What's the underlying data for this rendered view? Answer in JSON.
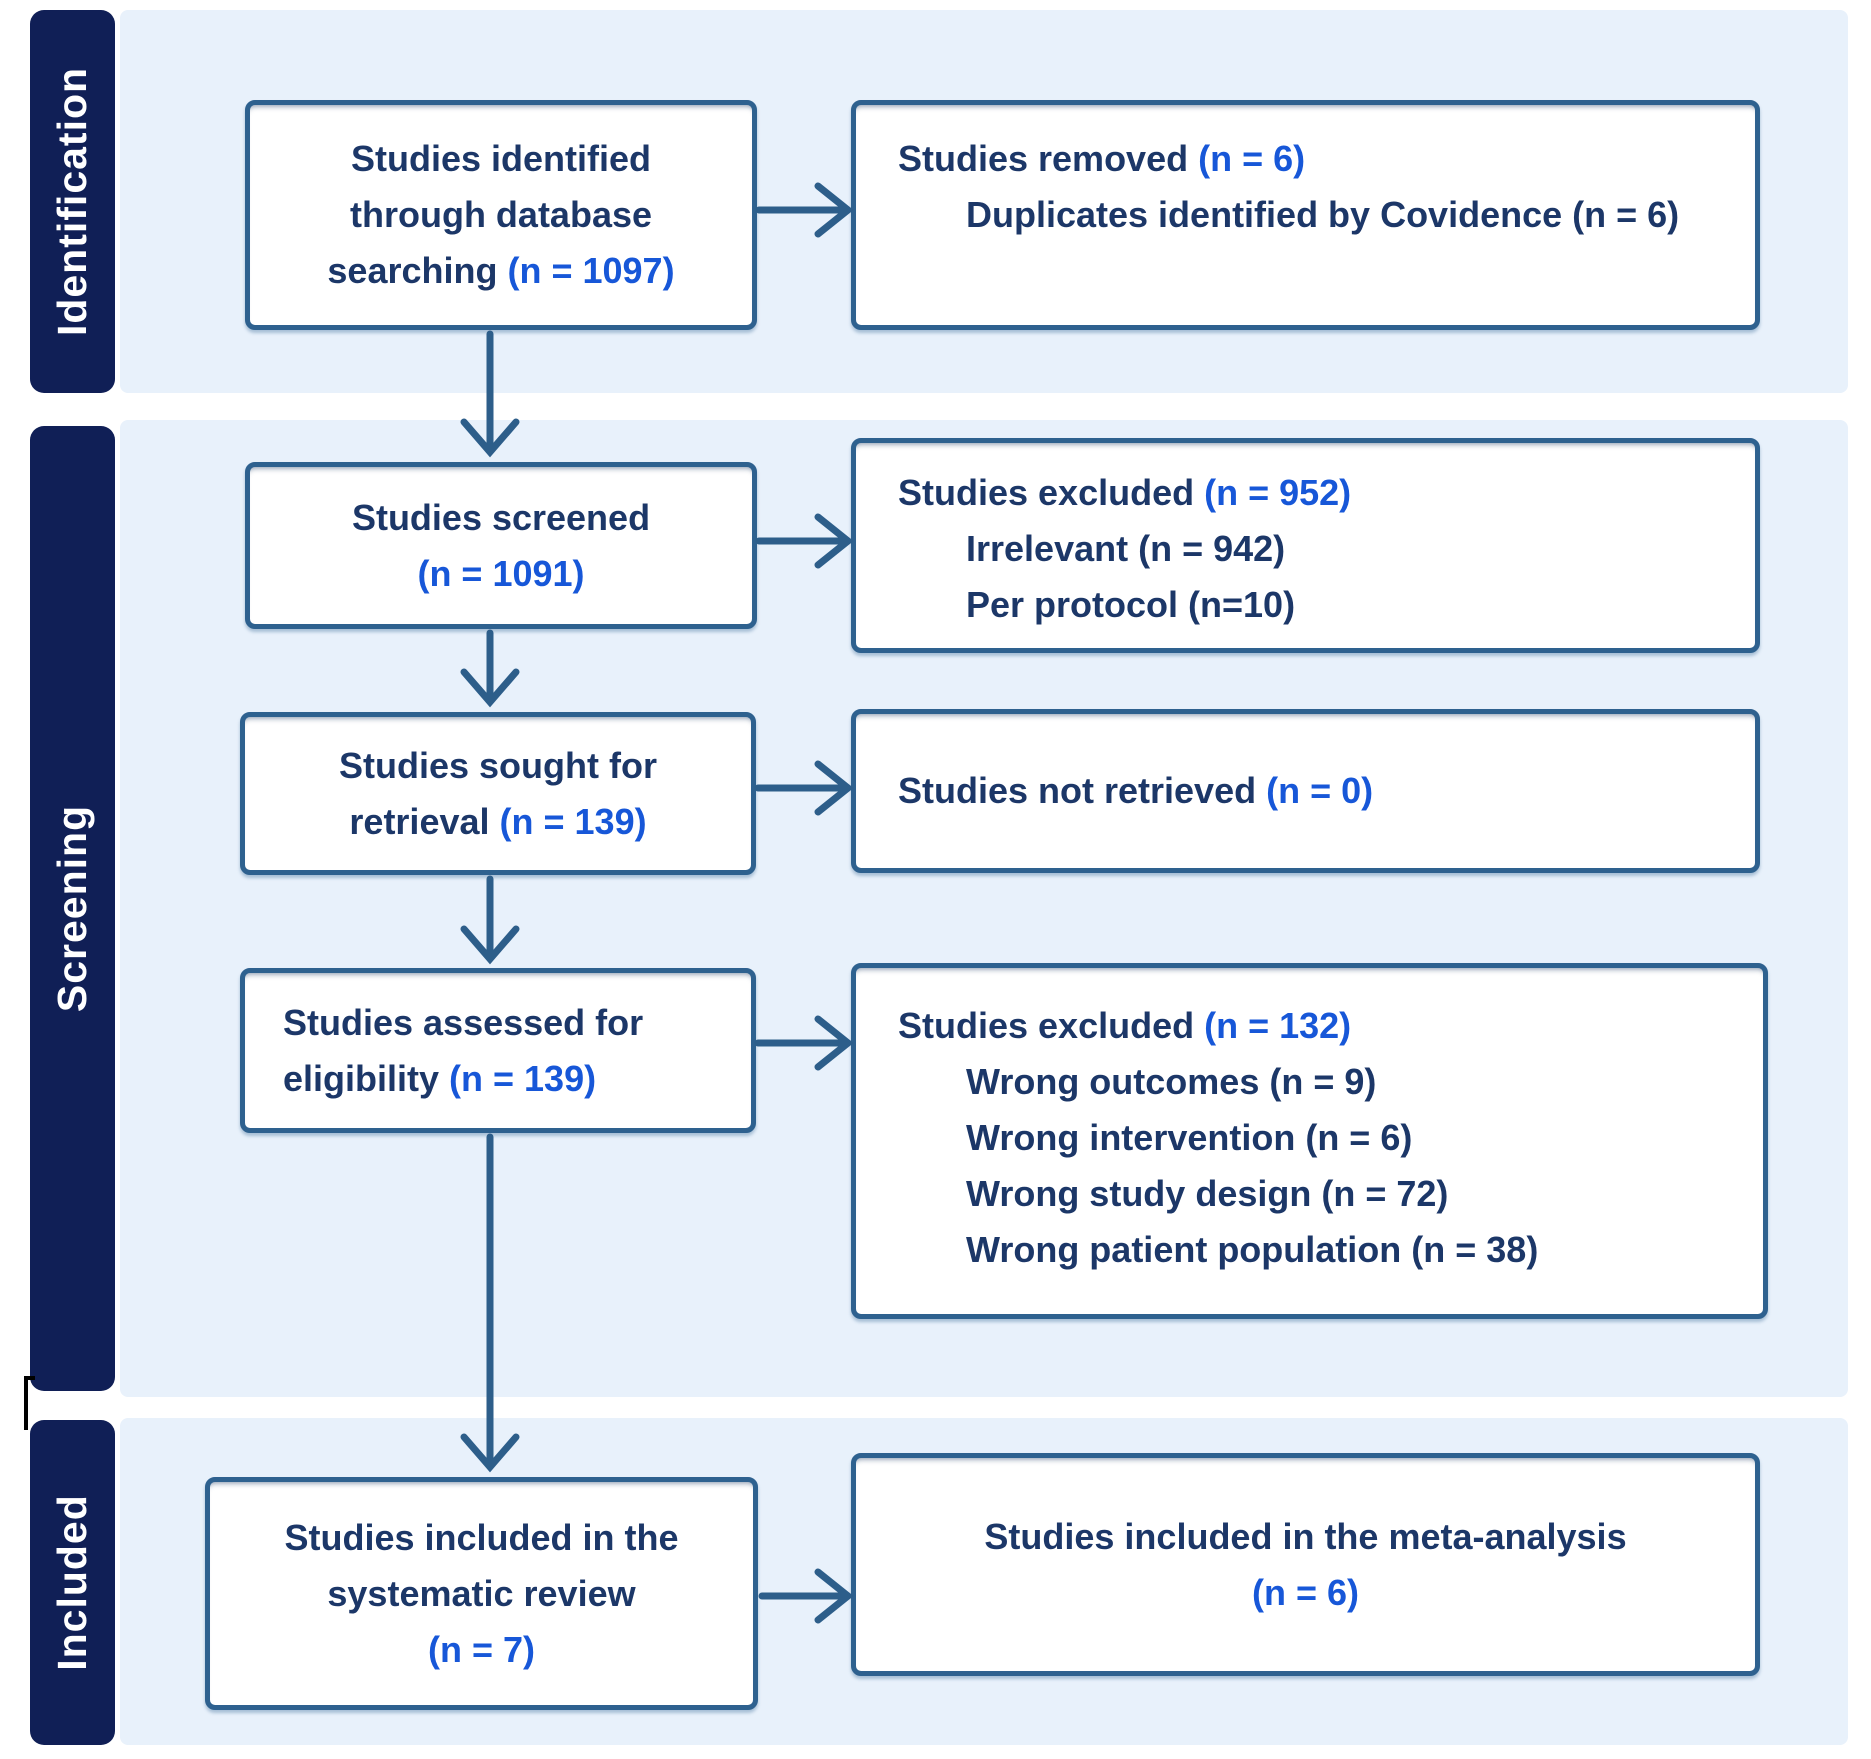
{
  "colors": {
    "navy": "#101f56",
    "band": "#e8f1fb",
    "box-border": "#2e618f",
    "box-bg": "#ffffff",
    "text": "#1c3768",
    "accent": "#1757d8",
    "arrow": "#2d5e8a",
    "sidebar-text": "#ffffff",
    "page": "#ffffff"
  },
  "sidebar": {
    "sections": [
      {
        "label": "Identification"
      },
      {
        "label": "Screening"
      },
      {
        "label": "Included"
      }
    ]
  },
  "boxes": {
    "identified": {
      "lines": [
        {
          "pre": "Studies identified",
          "strong": "",
          "value": ""
        },
        {
          "pre": "through database",
          "strong": "",
          "value": ""
        },
        {
          "pre": "searching ",
          "strong": "",
          "value": "(n = 1097)"
        }
      ]
    },
    "removed": {
      "lines": [
        {
          "pre": "Studies removed ",
          "strong": "",
          "value": "(n = 6)"
        },
        {
          "pre": "Duplicates identified by Covidence (n = 6)",
          "strong": "",
          "value": ""
        }
      ]
    },
    "screened": {
      "lines": [
        {
          "pre": "Studies screened",
          "strong": "",
          "value": ""
        },
        {
          "pre": "",
          "strong": "",
          "value": "(n = 1091)"
        }
      ]
    },
    "excluded_screening": {
      "lines": [
        {
          "pre": "Studies excluded ",
          "strong": "",
          "value": "(n = 952)"
        },
        {
          "pre": "Irrelevant (n = 942)",
          "strong": "",
          "value": ""
        },
        {
          "pre": "Per protocol (n=10)",
          "strong": "",
          "value": ""
        }
      ]
    },
    "sought": {
      "lines": [
        {
          "pre": "Studies sought for",
          "strong": "",
          "value": ""
        },
        {
          "pre": "retrieval ",
          "strong": "",
          "value": "(n = 139)"
        }
      ]
    },
    "not_retrieved": {
      "lines": [
        {
          "pre": "Studies not retrieved ",
          "strong": "",
          "value": "(n = 0)"
        }
      ]
    },
    "assessed": {
      "lines": [
        {
          "pre": "Studies assessed for",
          "strong": "",
          "value": ""
        },
        {
          "pre": "eligibility ",
          "strong": "",
          "value": "(n = 139)"
        }
      ]
    },
    "excluded_eligibility": {
      "lines": [
        {
          "pre": "Studies excluded ",
          "strong": "",
          "value": "(n = 132)"
        },
        {
          "pre": "Wrong outcomes (n = 9)",
          "strong": "",
          "value": ""
        },
        {
          "pre": "Wrong intervention (n = 6)",
          "strong": "",
          "value": ""
        },
        {
          "pre": "Wrong study design (n = 72)",
          "strong": "",
          "value": ""
        },
        {
          "pre": "Wrong patient population (n = 38)",
          "strong": "",
          "value": ""
        }
      ]
    },
    "systematic_review": {
      "lines": [
        {
          "pre": "Studies included in the",
          "strong": "",
          "value": ""
        },
        {
          "pre": "",
          "strong": "systematic review",
          "value": ""
        },
        {
          "pre": "",
          "strong": "",
          "value": "(n = 7)"
        }
      ]
    },
    "meta_analysis": {
      "lines": [
        {
          "pre": "Studies included in the ",
          "strong": "meta-analysis",
          "value": ""
        },
        {
          "pre": "",
          "strong": "",
          "value": "(n = 6)"
        }
      ]
    }
  }
}
